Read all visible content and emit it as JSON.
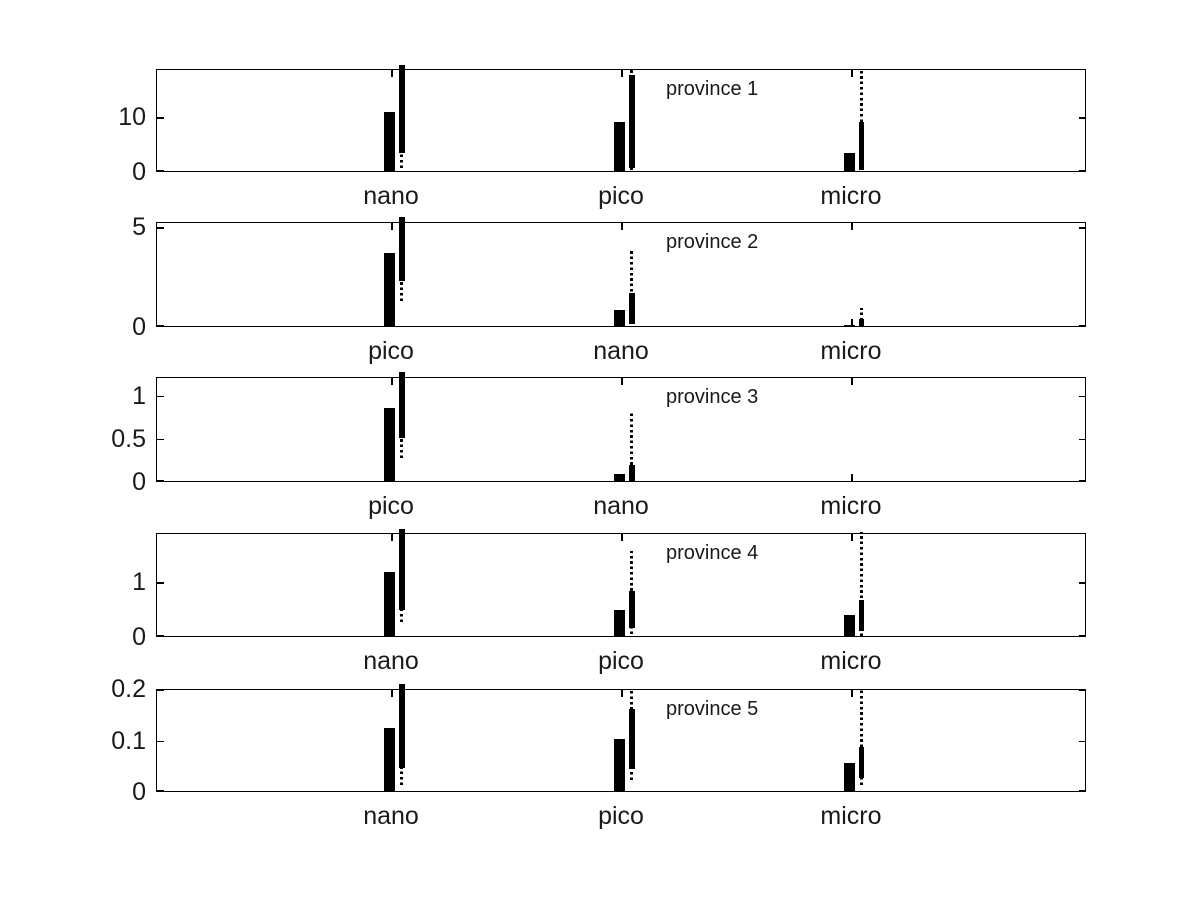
{
  "figure": {
    "background": "#ffffff",
    "bar_color": "#000000",
    "text_color": "#1a1a1a",
    "n_subplots": 5
  },
  "chart_data": [
    {
      "type": "bar",
      "title": "province 1",
      "categories": [
        "nano",
        "pico",
        "micro"
      ],
      "ylim": [
        0,
        18.7
      ],
      "yticks": [
        {
          "value": 0,
          "label": "0"
        },
        {
          "value": 10,
          "label": "10"
        }
      ],
      "legend": "none",
      "grid": false,
      "groups": [
        {
          "category": "nano",
          "bar": 10.8,
          "solid_range": [
            3.3,
            19.3
          ],
          "dotted_range": [
            0.5,
            18.7
          ]
        },
        {
          "category": "pico",
          "bar": 8.9,
          "solid_range": [
            0.5,
            17.4
          ],
          "dotted_range": [
            0.2,
            18.5
          ]
        },
        {
          "category": "micro",
          "bar": 3.2,
          "solid_range": [
            0.25,
            8.9
          ],
          "dotted_range": [
            8.9,
            18.7
          ]
        }
      ]
    },
    {
      "type": "bar",
      "title": "province 2",
      "categories": [
        "pico",
        "nano",
        "micro"
      ],
      "ylim": [
        0,
        5.25
      ],
      "yticks": [
        {
          "value": 0,
          "label": "0"
        },
        {
          "value": 5,
          "label": "5"
        }
      ],
      "legend": "none",
      "grid": false,
      "groups": [
        {
          "category": "pico",
          "bar": 3.65,
          "solid_range": [
            2.25,
            5.45
          ],
          "dotted_range": [
            1.25,
            5.25
          ]
        },
        {
          "category": "nano",
          "bar": 0.8,
          "solid_range": [
            0.1,
            1.65
          ],
          "dotted_range": [
            0.1,
            3.85
          ]
        },
        {
          "category": "micro",
          "bar": 0.06,
          "solid_range": [
            0.02,
            0.35
          ],
          "dotted_range": [
            0.02,
            0.9
          ]
        }
      ]
    },
    {
      "type": "bar",
      "title": "province 3",
      "categories": [
        "pico",
        "nano",
        "micro"
      ],
      "ylim": [
        0,
        1.214
      ],
      "yticks": [
        {
          "value": 0,
          "label": "0"
        },
        {
          "value": 0.5,
          "label": "0.5"
        },
        {
          "value": 1,
          "label": "1"
        }
      ],
      "legend": "none",
      "grid": false,
      "groups": [
        {
          "category": "pico",
          "bar": 0.84,
          "solid_range": [
            0.5,
            1.26
          ],
          "dotted_range": [
            0.27,
            1.214
          ]
        },
        {
          "category": "nano",
          "bar": 0.08,
          "solid_range": [
            0.0,
            0.19
          ],
          "dotted_range": [
            0.0,
            0.79
          ]
        },
        {
          "category": "micro",
          "bar": 0.0,
          "solid_range": null,
          "dotted_range": null
        }
      ]
    },
    {
      "type": "bar",
      "title": "province 4",
      "categories": [
        "nano",
        "pico",
        "micro"
      ],
      "ylim": [
        0,
        1.89
      ],
      "yticks": [
        {
          "value": 0,
          "label": "0"
        },
        {
          "value": 1,
          "label": "1"
        }
      ],
      "legend": "none",
      "grid": false,
      "groups": [
        {
          "category": "nano",
          "bar": 1.17,
          "solid_range": [
            0.47,
            1.95
          ],
          "dotted_range": [
            0.26,
            1.89
          ]
        },
        {
          "category": "pico",
          "bar": 0.48,
          "solid_range": [
            0.14,
            0.82
          ],
          "dotted_range": [
            0.04,
            1.54
          ]
        },
        {
          "category": "micro",
          "bar": 0.38,
          "solid_range": [
            0.1,
            0.66
          ],
          "dotted_range": [
            0.0,
            1.89
          ]
        }
      ]
    },
    {
      "type": "bar",
      "title": "province 5",
      "categories": [
        "nano",
        "pico",
        "micro"
      ],
      "ylim": [
        0,
        0.2
      ],
      "yticks": [
        {
          "value": 0,
          "label": "0"
        },
        {
          "value": 0.1,
          "label": "0.1"
        },
        {
          "value": 0.2,
          "label": "0.2"
        }
      ],
      "legend": "none",
      "grid": false,
      "groups": [
        {
          "category": "nano",
          "bar": 0.123,
          "solid_range": [
            0.045,
            0.207
          ],
          "dotted_range": [
            0.012,
            0.2
          ]
        },
        {
          "category": "pico",
          "bar": 0.101,
          "solid_range": [
            0.042,
            0.159
          ],
          "dotted_range": [
            0.022,
            0.195
          ]
        },
        {
          "category": "micro",
          "bar": 0.055,
          "solid_range": [
            0.025,
            0.085
          ],
          "dotted_range": [
            0.012,
            0.2
          ]
        }
      ]
    }
  ]
}
